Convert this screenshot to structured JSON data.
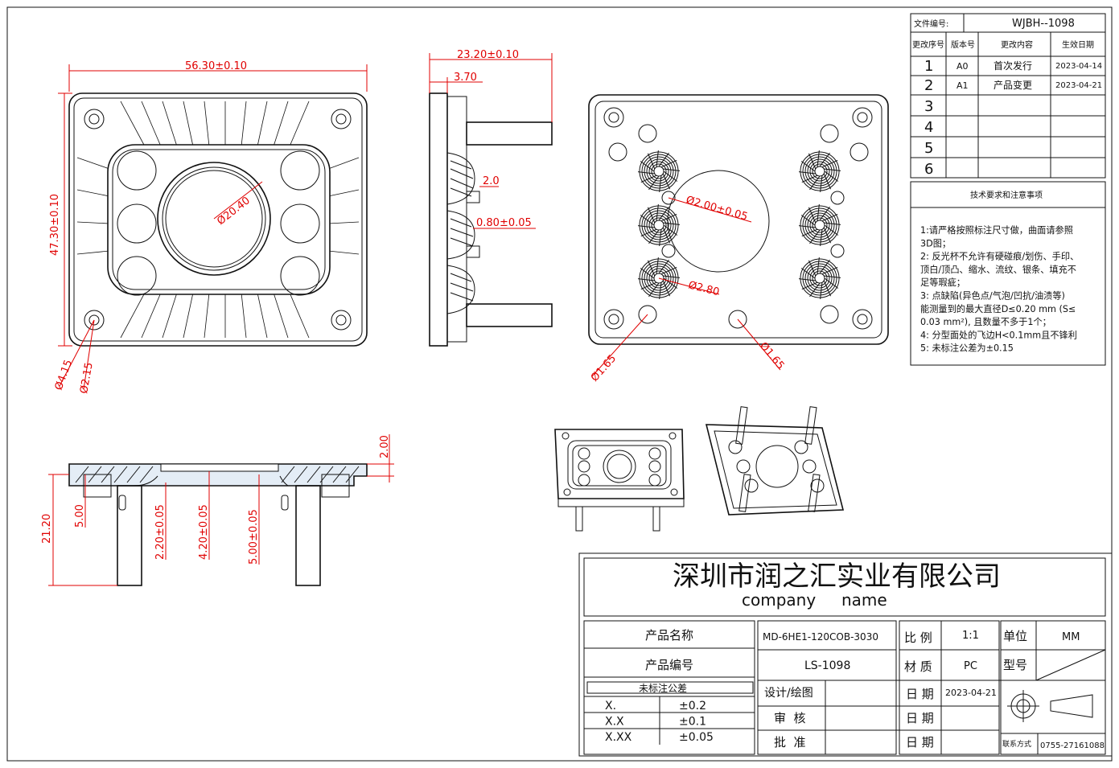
{
  "file_number": {
    "label": "文件编号:",
    "value": "WJBH--1098"
  },
  "revision_table": {
    "headers": [
      "更改序号",
      "版本号",
      "更改内容",
      "生效日期"
    ],
    "rows": [
      {
        "no": "1",
        "ver": "A0",
        "content": "首次发行",
        "date": "2023-04-14"
      },
      {
        "no": "2",
        "ver": "A1",
        "content": "产品变更",
        "date": "2023-04-21"
      },
      {
        "no": "3",
        "ver": "",
        "content": "",
        "date": ""
      },
      {
        "no": "4",
        "ver": "",
        "content": "",
        "date": ""
      },
      {
        "no": "5",
        "ver": "",
        "content": "",
        "date": ""
      },
      {
        "no": "6",
        "ver": "",
        "content": "",
        "date": ""
      }
    ]
  },
  "tech_notes": {
    "title": "技术要求和注意事项",
    "lines": [
      "1:请严格按照标注尺寸做，曲面请参照",
      "3D图；",
      "2: 反光杯不允许有硬碰痕/划伤、手印、",
      "顶白/顶凸、缩水、流纹、银条、填充不",
      "足等瑕疵；",
      "3: 点缺陷(异色点/气泡/凹抗/油渍等)",
      "能测量到的最大直径D≤0.20 mm (S≤",
      "0.03 mm²),  且数量不多于1个；",
      "4: 分型面处的飞边H<0.1mm且不锋利",
      "5: 未标注公差为±0.15"
    ]
  },
  "dimensions": {
    "top_width": "56.30±0.10",
    "top_height": "47.30±0.10",
    "center_dia": "Ø20.40",
    "hole_outer": "Ø4.15",
    "hole_inner": "Ø2.15",
    "side_total": "23.20±0.10",
    "side_base": "3.70",
    "side_pin": "2.0",
    "side_groove": "0.80±0.05",
    "rear_hole_a": "Ø2.00±0.05",
    "rear_hole_b": "Ø2.80",
    "rear_hole_c": "Ø1.65",
    "rear_hole_d": "Ø1.65",
    "sec_thickness": "2.00",
    "sec_total": "21.20",
    "sec_d1": "5.00",
    "sec_d2": "2.20±0.05",
    "sec_d3": "4.20±0.05",
    "sec_d4": "5.00±0.05"
  },
  "title_block": {
    "company_cn": "深圳市润之汇实业有限公司",
    "company_en": "company     name",
    "product_name_label": "产品名称",
    "product_name": "MD-6HE1-120COB-3030",
    "product_no_label": "产品编号",
    "product_no": "LS-1098",
    "scale_label": "比 例",
    "scale": "1:1",
    "material_label": "材 质",
    "material": "PC",
    "unit_label": "单位",
    "unit": "MM",
    "model_label": "型号",
    "tolerance_title": "未标注公差",
    "tolerances": [
      {
        "k": "X.",
        "v": "±0.2"
      },
      {
        "k": "X.X",
        "v": "±0.1"
      },
      {
        "k": "X.XX",
        "v": "±0.05"
      }
    ],
    "design_label": "设计/绘图",
    "review_label": "审  核",
    "approve_label": "批  准",
    "date_label": "日 期",
    "date_value": "2023-04-21",
    "contact_label": "联系方式",
    "contact": "0755-27161088"
  }
}
